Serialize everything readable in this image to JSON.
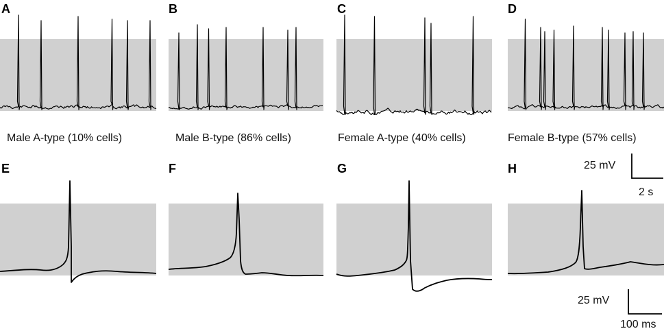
{
  "panels_top": [
    {
      "letter": "A",
      "caption": "Male A-type (10% cells)"
    },
    {
      "letter": "B",
      "caption": "Male B-type (86% cells)"
    },
    {
      "letter": "C",
      "caption": "Female A-type (40% cells)"
    },
    {
      "letter": "D",
      "caption": "Female B-type (57% cells)"
    }
  ],
  "panels_bottom": [
    {
      "letter": "E"
    },
    {
      "letter": "F"
    },
    {
      "letter": "G"
    },
    {
      "letter": "H"
    }
  ],
  "scalebar_top": {
    "voltage_label": "25 mV",
    "time_label": "2 s"
  },
  "scalebar_bottom": {
    "voltage_label": "25 mV",
    "time_label": "100 ms"
  },
  "colors": {
    "shade": "#d0d0d0",
    "trace": "#000000"
  }
}
